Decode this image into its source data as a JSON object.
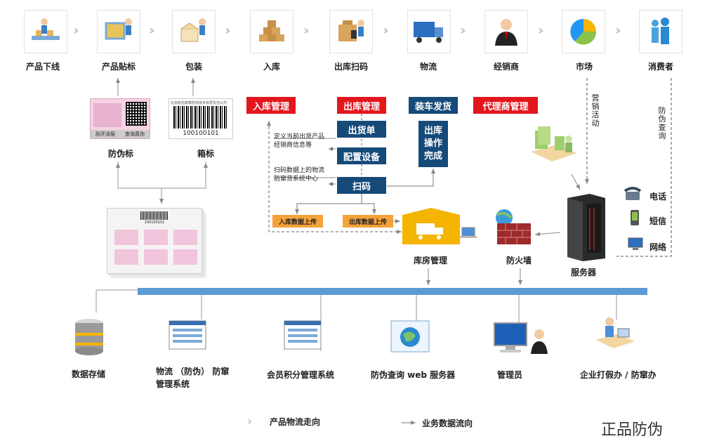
{
  "top_flow": [
    {
      "label": "产品下线",
      "icon": "worker-conveyor-icon"
    },
    {
      "label": "产品贴标",
      "icon": "worker-labeling-icon"
    },
    {
      "label": "包装",
      "icon": "worker-packing-icon"
    },
    {
      "label": "入库",
      "icon": "stacked-boxes-icon"
    },
    {
      "label": "出库扫码",
      "icon": "box-scanner-icon"
    },
    {
      "label": "物流",
      "icon": "delivery-truck-icon"
    },
    {
      "label": "经销商",
      "icon": "businessman-icon"
    },
    {
      "label": "市场",
      "icon": "pie-chart-icon"
    },
    {
      "label": "消费者",
      "icon": "consumers-icon"
    }
  ],
  "labels": {
    "anti_fake_label": "防伪标",
    "box_label": "箱标",
    "barcode_number": "100100101",
    "barcode_header": "北京航信康泰防伪技术有限责任公司",
    "sheet_barcode_number": "100100101",
    "label_footer_left": "刮开涂层",
    "label_footer_right": "查询真伪"
  },
  "process": {
    "inbound_mgmt": "入库管理",
    "outbound_mgmt": "出库管理",
    "loading_ship": "装车发货",
    "agent_mgmt": "代理商管理",
    "shipping_order": "出货单",
    "config_device": "配置设备",
    "scan": "扫码",
    "outbound_done": "出库操作完成",
    "note_define": [
      "定义当前出货产品",
      "经销商信息等"
    ],
    "note_scan": [
      "扫码数据上的物流",
      "防窜货系统中心"
    ],
    "inbound_upload": "入库数据上传",
    "outbound_upload": "出库数据上传"
  },
  "vertical": {
    "marketing": "营销活动",
    "anti_query": "防伪查询"
  },
  "right_side": {
    "phone": "电话",
    "sms": "短信",
    "network": "网络",
    "server": "服务器",
    "firewall": "防火墙",
    "warehouse": "库房管理"
  },
  "bottom_nodes": [
    {
      "label": "数据存储",
      "icon": "database-icon"
    },
    {
      "label": "物流 （防伪） 防窜\n管理系统",
      "icon": "logistics-system-screen-icon"
    },
    {
      "label": "会员积分管理系统",
      "icon": "member-points-screen-icon"
    },
    {
      "label": "防伪查询 web 服务器",
      "icon": "web-server-globe-icon"
    },
    {
      "label": "管理员",
      "icon": "admin-monitor-icon"
    },
    {
      "label": "企业打假办 / 防窜办",
      "icon": "office-worker-icon"
    }
  ],
  "legend": {
    "product_flow": "产品物流走向",
    "data_flow": "业务数据流向"
  },
  "watermark": "正品防伪",
  "colors": {
    "red": "#e3161d",
    "navy": "#154a79",
    "orange": "#f6a23a",
    "bus_blue": "#5b9bd5",
    "warehouse_yellow": "#f5b400"
  }
}
